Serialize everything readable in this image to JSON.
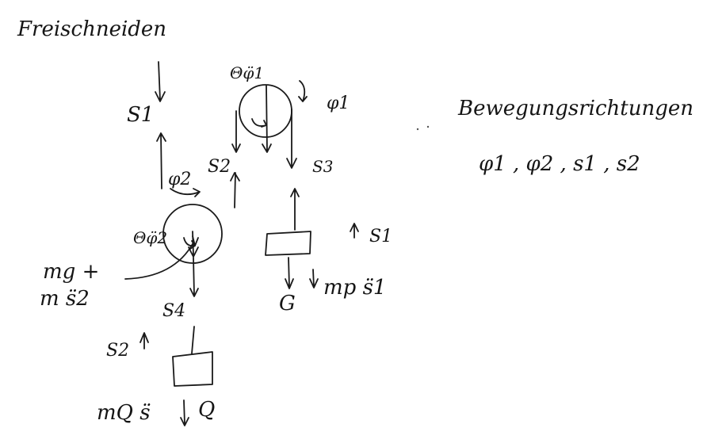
{
  "page": {
    "title": "Freischneiden",
    "right_heading": "Bewegungsrichtungen",
    "right_list": "φ1 , φ2 , s1 , s2"
  },
  "labels": {
    "S1_top": "S1",
    "phi1": "φ1",
    "theta_phi1": "Θφ̈1",
    "S2": "S2",
    "S3": "S3",
    "phi2": "φ2",
    "theta_phi2": "Θφ̈2",
    "mg_plus": "mg +",
    "m_s2": "m s̈2",
    "S1_right": "S1",
    "G": "G",
    "mp_s1": "mp s̈1",
    "S4": "S4",
    "S2_left": "S2",
    "mQ_s": "mQ s̈",
    "Q": "Q"
  },
  "colors": {
    "ink": "#1a1a1a",
    "paper": "#ffffff"
  }
}
